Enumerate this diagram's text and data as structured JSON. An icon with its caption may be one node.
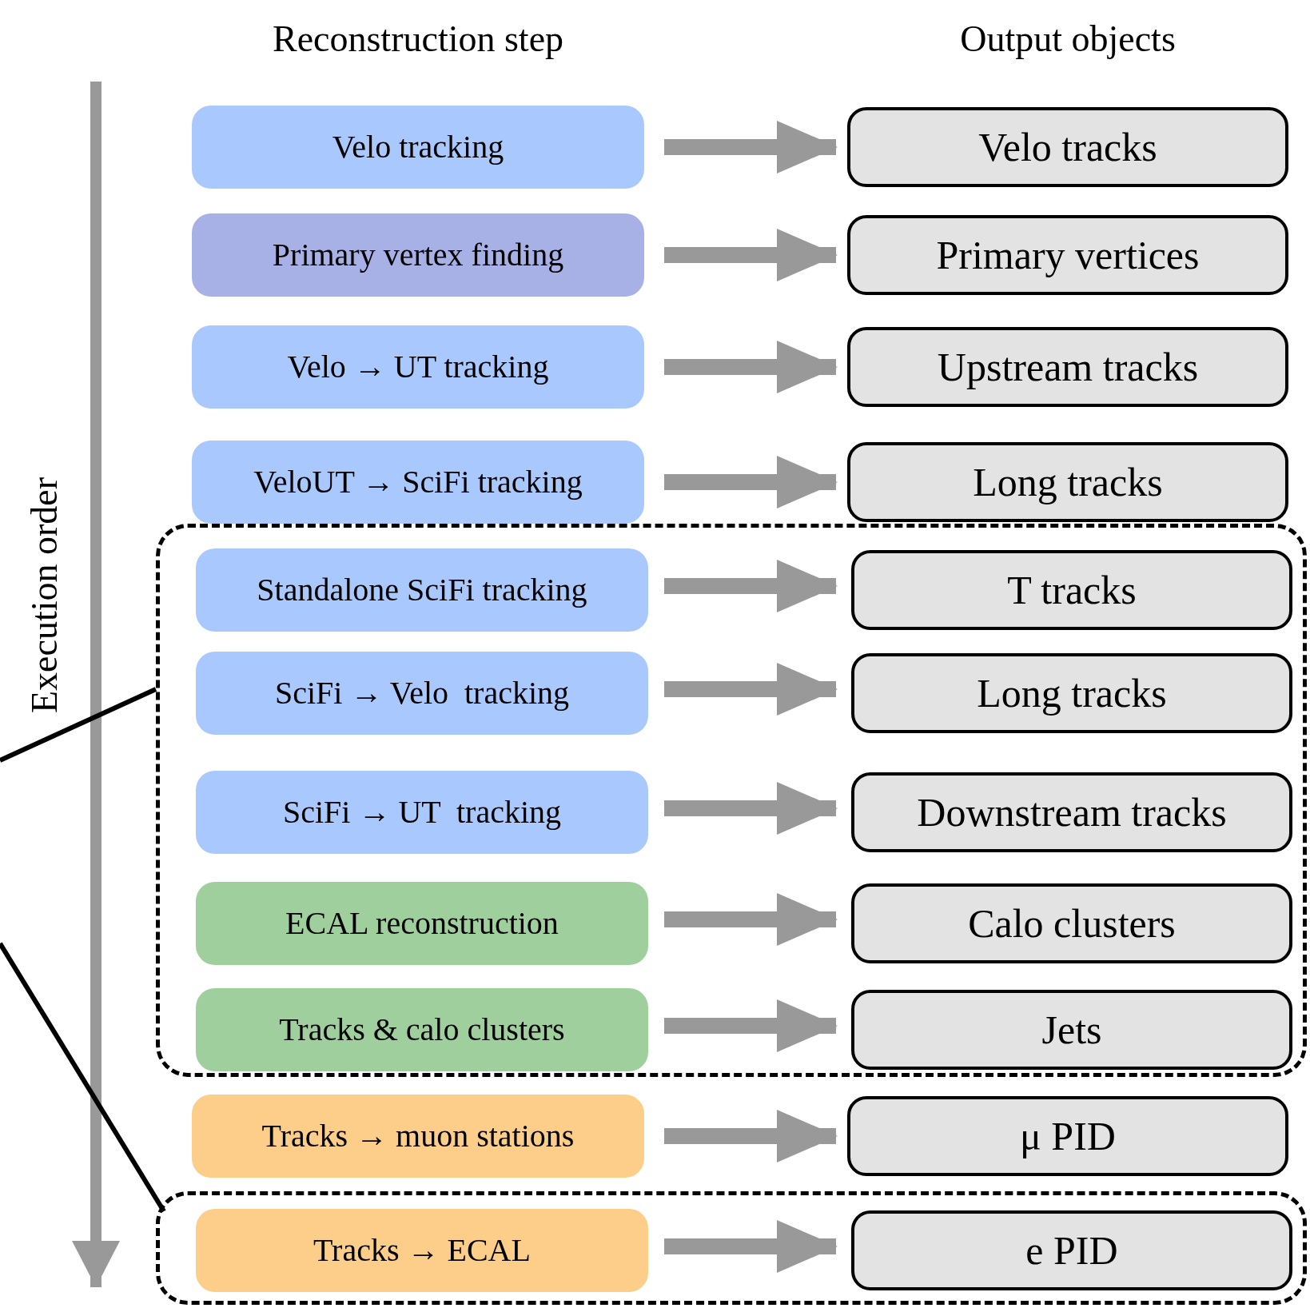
{
  "diagram": {
    "nodes": [
      {
        "text": [
          "Velo tracking"
        ]
      },
      {
        "text": [
          "Velo tracks"
        ]
      },
      {
        "text": [
          "Primary vertex finding"
        ]
      },
      {
        "text": [
          "Primary vertices"
        ]
      },
      {
        "text": [
          "Velo → UT tracking"
        ]
      },
      {
        "text": [
          "Upstream tracks"
        ]
      },
      {
        "text": [
          "VeloUT → SciFi tracking"
        ]
      },
      {
        "text": [
          "Long tracks"
        ]
      },
      {
        "text": [],
        "shape": "box"
      },
      {
        "text": [
          "Standalone SciFi tracking"
        ],
        "in": 8
      },
      {
        "text": [
          "T tracks"
        ],
        "in": 8
      },
      {
        "text": [
          "SciFi → Velo  tracking"
        ],
        "in": 8
      },
      {
        "text": [
          "Long tracks"
        ],
        "in": 8
      },
      {
        "text": [
          "SciFi → UT  tracking"
        ],
        "in": 8
      },
      {
        "text": [
          "Downstream tracks"
        ],
        "in": 8
      },
      {
        "text": [
          "ECAL reconstruction"
        ],
        "in": 8
      },
      {
        "text": [
          "Calo clusters"
        ],
        "in": 8
      },
      {
        "text": [
          "Tracks & calo clusters"
        ],
        "in": 8
      },
      {
        "text": [
          "Jets"
        ],
        "in": 8
      },
      {
        "text": [
          "Tracks → muon stations"
        ]
      },
      {
        "text": [
          "μ PID"
        ]
      },
      {
        "text": [],
        "shape": "box"
      },
      {
        "text": [
          "Tracks → ECAL"
        ],
        "in": 21
      },
      {
        "text": [
          "e PID"
        ],
        "in": 21
      }
    ],
    "edges": [
      {
        "from": 0,
        "to": 1,
        "arrow": "to"
      },
      {
        "from": 2,
        "to": 3,
        "arrow": "to"
      },
      {
        "from": 4,
        "to": 5,
        "arrow": "to"
      },
      {
        "from": 6,
        "to": 7,
        "arrow": "to"
      },
      {
        "from": 9,
        "to": 10,
        "arrow": "to"
      },
      {
        "from": 11,
        "to": 12,
        "arrow": "to"
      },
      {
        "from": 13,
        "to": 14,
        "arrow": "to"
      },
      {
        "from": 15,
        "to": 16,
        "arrow": "to"
      },
      {
        "from": 17,
        "to": 18,
        "arrow": "to"
      },
      {
        "from": 19,
        "to": 20,
        "arrow": "to"
      },
      {
        "from": 22,
        "to": 23,
        "arrow": "to"
      },
      {
        "from": null,
        "to": 8,
        "arrow": "none",
        "color": "#000000"
      },
      {
        "from": null,
        "to": 21,
        "arrow": "none",
        "color": "#000000"
      }
    ],
    "labels": [
      "Reconstruction step",
      "Output objects",
      "Execution order"
    ]
  }
}
